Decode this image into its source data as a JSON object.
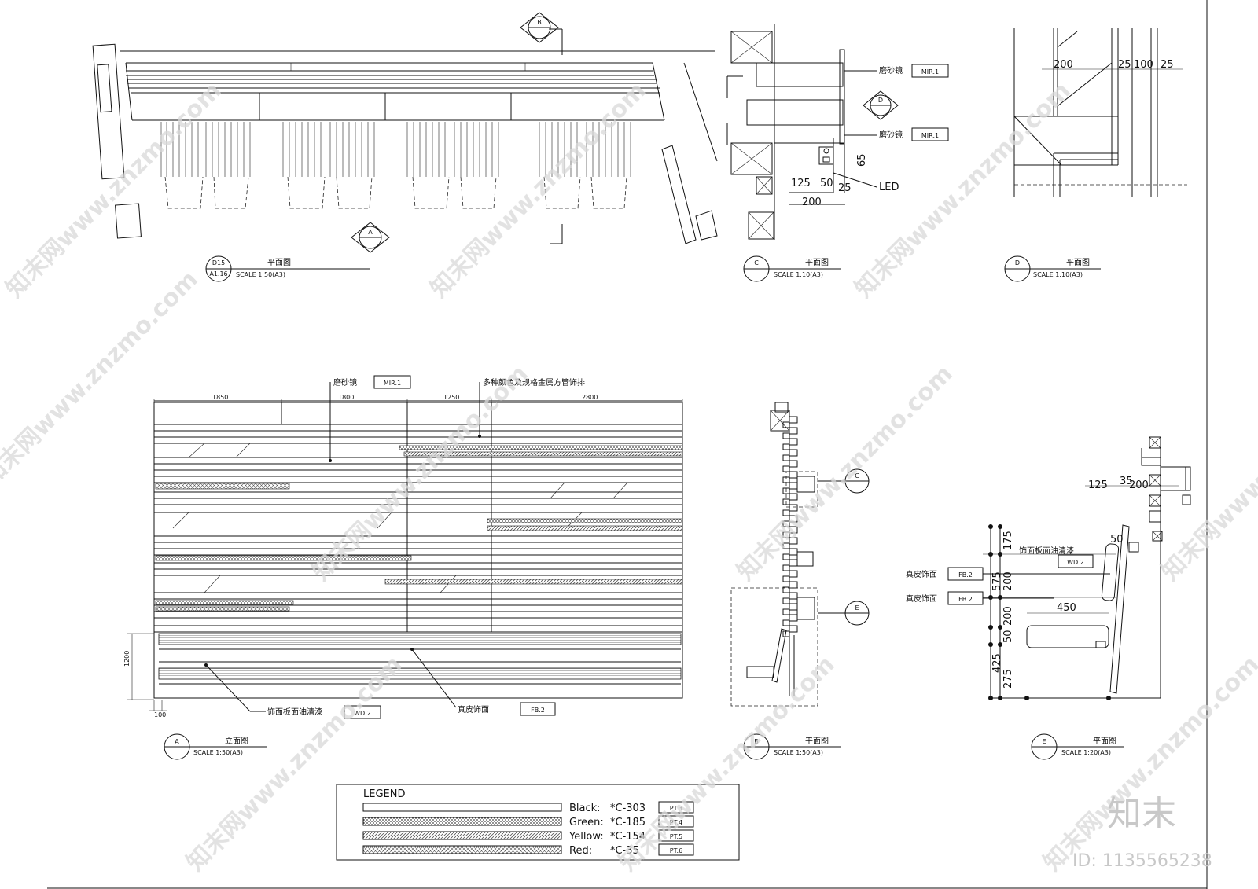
{
  "watermark": {
    "text": "知末网www.znzmo.com",
    "brand": "知末",
    "id_label": "ID: 1135565238"
  },
  "views": [
    {
      "key": "plan_top",
      "circle_top": "D15",
      "circle_bottom": "A1.16",
      "title": "平面图",
      "scale": "SCALE 1:50(A3)"
    },
    {
      "key": "plan_c",
      "circle_top": "C",
      "circle_bottom": "",
      "title": "平面图",
      "scale": "SCALE 1:10(A3)"
    },
    {
      "key": "plan_d",
      "circle_top": "D",
      "circle_bottom": "",
      "title": "平面图",
      "scale": "SCALE 1:10(A3)"
    },
    {
      "key": "elev_a",
      "circle_top": "A",
      "circle_bottom": "",
      "title": "立面图",
      "scale": "SCALE 1:50(A3)"
    },
    {
      "key": "plan_b",
      "circle_top": "B",
      "circle_bottom": "",
      "title": "平面图",
      "scale": "SCALE 1:50(A3)"
    },
    {
      "key": "plan_e",
      "circle_top": "E",
      "circle_bottom": "",
      "title": "平面图",
      "scale": "SCALE 1:20(A3)"
    }
  ],
  "section_markers": [
    "B",
    "A",
    "D",
    "C",
    "E"
  ],
  "plan_c": {
    "material_tag_1": "MIR.1",
    "material_tag_2": "MIR.1",
    "note_1": "磨砂镜",
    "note_2": "磨砂镜",
    "led": "LED",
    "dims": [
      "65",
      "125",
      "50",
      "25",
      "200"
    ]
  },
  "plan_d": {
    "dims": [
      "200",
      "25",
      "100",
      "25"
    ]
  },
  "elev_a": {
    "note_mirror": "磨砂镜",
    "tag_mirror": "MIR.1",
    "note_tubes": "多种颜色及规格金属方管饰排",
    "note_wood": "饰面板面油清漆",
    "tag_wood": "WD.2",
    "note_leather": "真皮饰面",
    "tag_leather": "FB.2",
    "dims": [
      "1200",
      "100"
    ],
    "top_dims": [
      "1850",
      "1800",
      "1250",
      "2800"
    ]
  },
  "plan_e": {
    "note_wood": "饰面板面油清漆",
    "tag_wood": "WD.2",
    "note_leather_1": "真皮饰面",
    "tag_leather_1": "FB.2",
    "note_leather_2": "真皮饰面",
    "tag_leather_2": "FB.2",
    "dims": [
      "125",
      "35",
      "200",
      "50",
      "175",
      "575",
      "200",
      "450",
      "200",
      "50",
      "425",
      "275"
    ]
  },
  "legend": {
    "title": "LEGEND",
    "items": [
      {
        "label": "Black:",
        "code": "*C-303",
        "tag": "PT.3"
      },
      {
        "label": "Green:",
        "code": "*C-185",
        "tag": "PT.4"
      },
      {
        "label": "Yellow:",
        "code": "*C-154",
        "tag": "PT.5"
      },
      {
        "label": "Red:",
        "code": "*C-35",
        "tag": "PT.6"
      }
    ]
  }
}
